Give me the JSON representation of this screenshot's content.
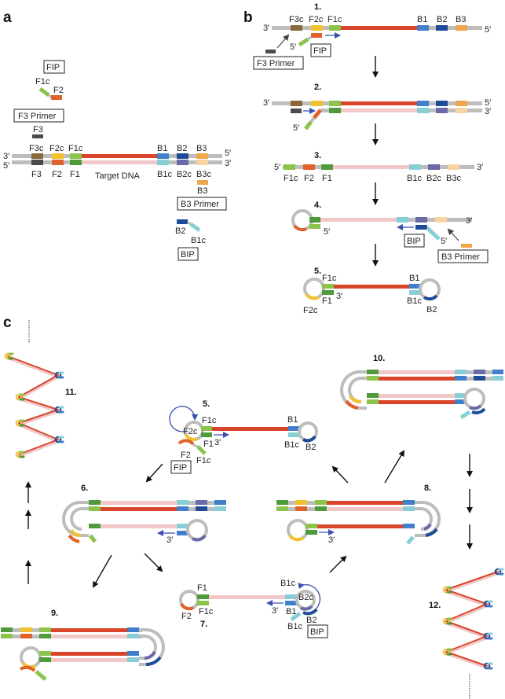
{
  "figure": {
    "title": "LAMP (loop-mediated isothermal amplification) mechanism",
    "colors": {
      "backbone": "#bdbdbd",
      "target_top": "#d9452b",
      "target_bottom": "#f2c7c7",
      "F3c": "#8a6a3a",
      "F3": "#4a4a4a",
      "F2c": "#f2c12e",
      "F2": "#e0622a",
      "F1c": "#8cc34a",
      "F1": "#4f9a3a",
      "B1": "#3f7fcc",
      "B1c": "#86cfd4",
      "B2": "#1f4c99",
      "B2c": "#6a6aa8",
      "B3": "#f0a64a",
      "B3c": "#f7d4a4",
      "arrow_blue": "#3b4fb0",
      "arrow_black": "#111111"
    }
  },
  "panel_a": {
    "letter": "a",
    "fip_label": "FIP",
    "fip_parts": [
      "F1c",
      "F2"
    ],
    "f3_primer_label": "F3 Primer",
    "f3_label": "F3",
    "strand_top_labels": [
      "F3c",
      "F2c",
      "F1c",
      "B1",
      "B2",
      "B3"
    ],
    "strand_bottom_labels": [
      "F3",
      "F2",
      "F1",
      "B1c",
      "B2c",
      "B3c"
    ],
    "end_labels": {
      "top_left": "3′",
      "top_right": "5′",
      "bottom_left": "5′",
      "bottom_right": "3′"
    },
    "target_label": "Target DNA",
    "b3_label": "B3",
    "b3_primer_label": "B3 Primer",
    "bip_parts": [
      "B2",
      "B1c"
    ],
    "bip_label": "BIP"
  },
  "panel_b": {
    "letter": "b",
    "steps": [
      {
        "num": "1.",
        "labels": [
          "F3c",
          "F2c",
          "F1c",
          "B1",
          "B2",
          "B3"
        ],
        "ends": [
          "3′",
          "5′"
        ],
        "fip_end": "5′",
        "fip_label": "FIP",
        "f3_primer_label": "F3 Primer"
      },
      {
        "num": "2.",
        "ends": [
          "3′",
          "5′",
          "3′"
        ],
        "fip_end": "5′"
      },
      {
        "num": "3.",
        "labels": [
          "F1c",
          "F2",
          "F1",
          "B1c",
          "B2c",
          "B3c"
        ],
        "ends": [
          "5′",
          "3′"
        ]
      },
      {
        "num": "4.",
        "ends": [
          "5′",
          "3′",
          "5′"
        ],
        "bip_label": "BIP",
        "b3_primer_label": "B3 Primer"
      },
      {
        "num": "5.",
        "labels": [
          "F1c",
          "F1",
          "F2c",
          "B1",
          "B1c",
          "B2"
        ],
        "end": "3′"
      }
    ]
  },
  "panel_c": {
    "letter": "c",
    "steps": [
      {
        "num": "5.",
        "labels": [
          "F1c",
          "F2c",
          "F1",
          "3′",
          "F2",
          "F1c",
          "B1",
          "B1c",
          "B2"
        ],
        "fip_label": "FIP"
      },
      {
        "num": "6.",
        "end": "3′"
      },
      {
        "num": "7.",
        "labels": [
          "F1",
          "F2",
          "F1c",
          "B1c",
          "B2c",
          "3′",
          "B1",
          "B2",
          "B1c"
        ],
        "bip_label": "BIP"
      },
      {
        "num": "8.",
        "end": "3′"
      },
      {
        "num": "9."
      },
      {
        "num": "10."
      },
      {
        "num": "11."
      },
      {
        "num": "12."
      }
    ]
  }
}
